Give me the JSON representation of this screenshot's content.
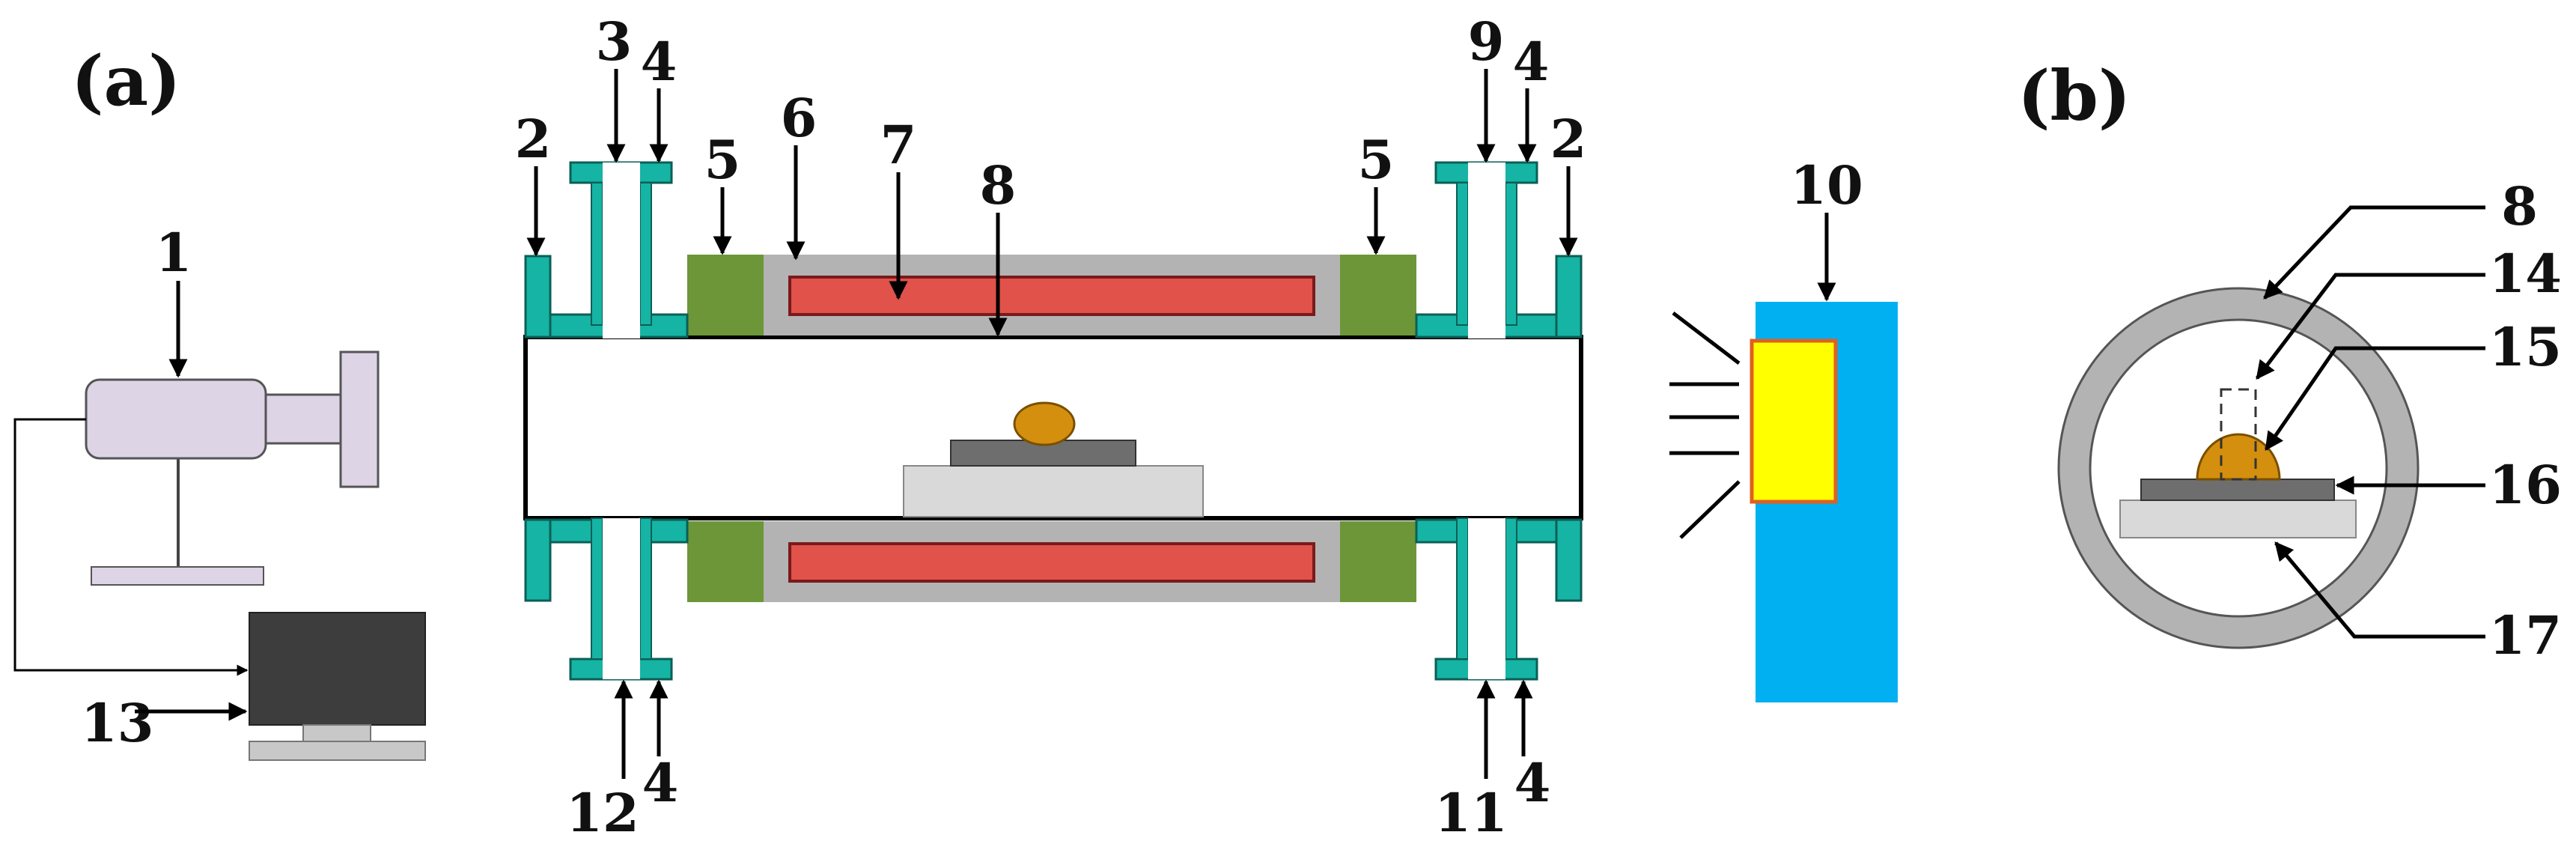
{
  "panel_labels": {
    "a": "(a)",
    "b": "(b)"
  },
  "callouts": {
    "n1": "1",
    "n2_left": "2",
    "n2_right": "2",
    "n3": "3",
    "n4_top_left": "4",
    "n4_top_right": "4",
    "n4_bottom_left": "4",
    "n4_bottom_right": "4",
    "n5_left": "5",
    "n5_right": "5",
    "n6": "6",
    "n7": "7",
    "n8": "8",
    "n9": "9",
    "n10": "10",
    "n11": "11",
    "n12": "12",
    "n13": "13",
    "b8": "8",
    "b14": "14",
    "b15": "15",
    "b16": "16",
    "b17": "17"
  },
  "colors": {
    "flange": "#16b4a4",
    "insulation": "#b3b3b3",
    "heater": "#e0524a",
    "end_cap": "#6c9638",
    "droplet": "#d48f0e",
    "sample": "#6e6e6e",
    "base": "#d9d9d9",
    "light_source": "#00b0f0",
    "light_window": "#ffff00",
    "camera": "#ddd4e6",
    "monitor": "#3d3d3d"
  }
}
